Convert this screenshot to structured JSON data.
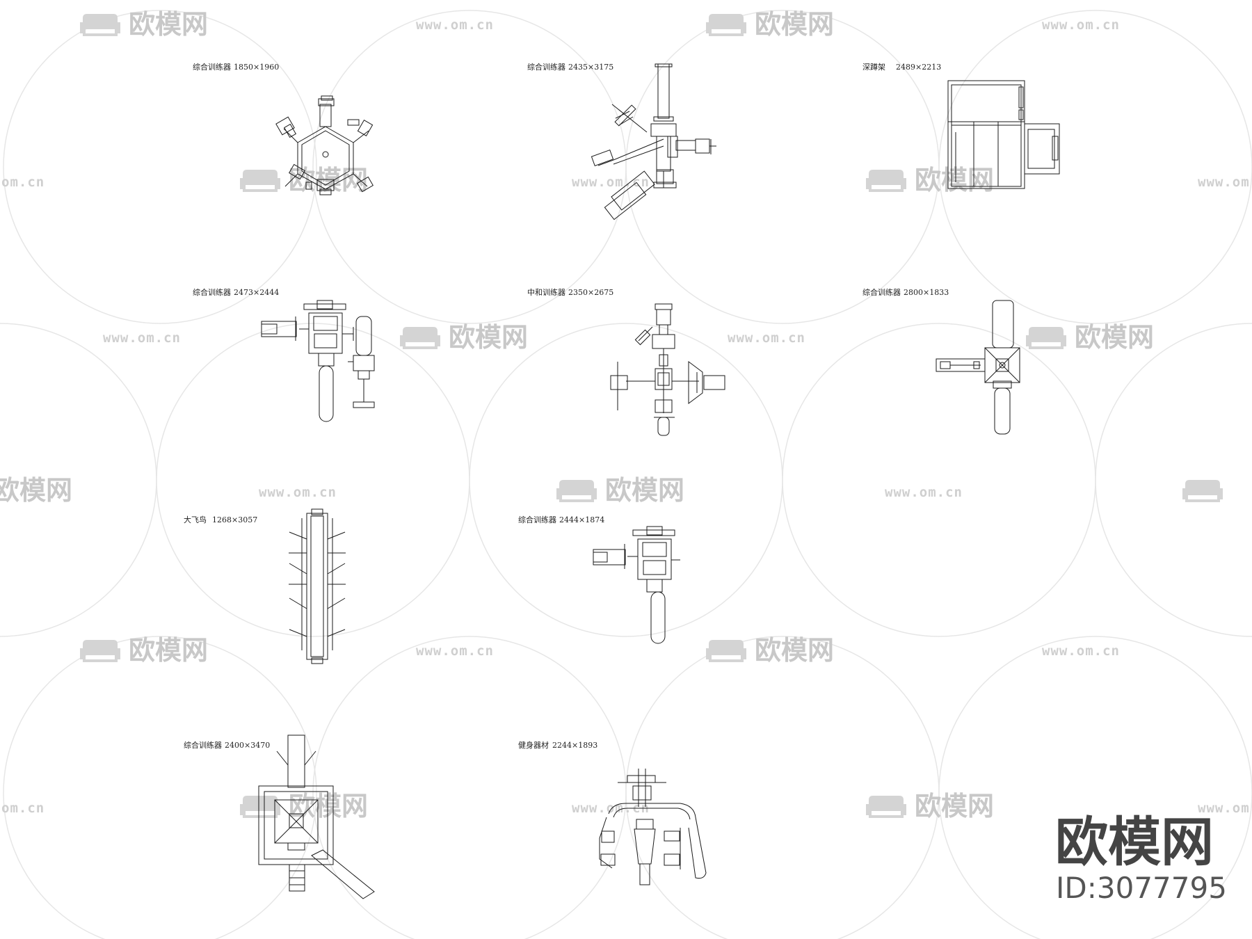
{
  "watermark": {
    "brand": "欧模网",
    "url": "www.om.cn",
    "url_partial": "om.cn",
    "brand_partial": "欧模网"
  },
  "captions": [
    {
      "name": "综合训练器",
      "dims": "1850×1960"
    },
    {
      "name": "综合训练器",
      "dims": "2435×3175"
    },
    {
      "name": "深蹲架",
      "dims": "2489×2213"
    },
    {
      "name": "综合训练器",
      "dims": "2473×2444"
    },
    {
      "name": "中和训练器",
      "dims": "2350×2675"
    },
    {
      "name": "综合训练器",
      "dims": "2800×1833"
    },
    {
      "name": "大飞鸟",
      "dims": "1268×3057"
    },
    {
      "name": "综合训练器",
      "dims": "2444×1874"
    },
    {
      "name": "综合训练器",
      "dims": "2400×3470"
    },
    {
      "name": "健身器材",
      "dims": "2244×1893"
    }
  ],
  "logo": {
    "brand": "欧模网",
    "id": "ID:3077795"
  }
}
